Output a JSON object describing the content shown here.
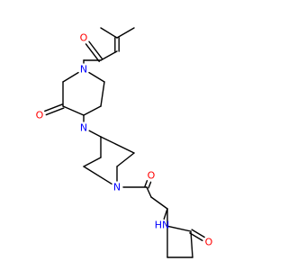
{
  "structure": {
    "colors": {
      "bond": "#000000",
      "O": "#ff0000",
      "N": "#0000ff"
    },
    "atom_labels": [
      {
        "id": "o1",
        "text": "O",
        "element": "O"
      },
      {
        "id": "o2",
        "text": "O",
        "element": "O"
      },
      {
        "id": "o3",
        "text": "O",
        "element": "O"
      },
      {
        "id": "o4",
        "text": "O",
        "element": "O"
      },
      {
        "id": "n1",
        "text": "N",
        "element": "N"
      },
      {
        "id": "n2",
        "text": "N",
        "element": "N"
      },
      {
        "id": "n3",
        "text": "N",
        "element": "N"
      },
      {
        "id": "nh",
        "text": "HN",
        "element": "N"
      }
    ]
  }
}
